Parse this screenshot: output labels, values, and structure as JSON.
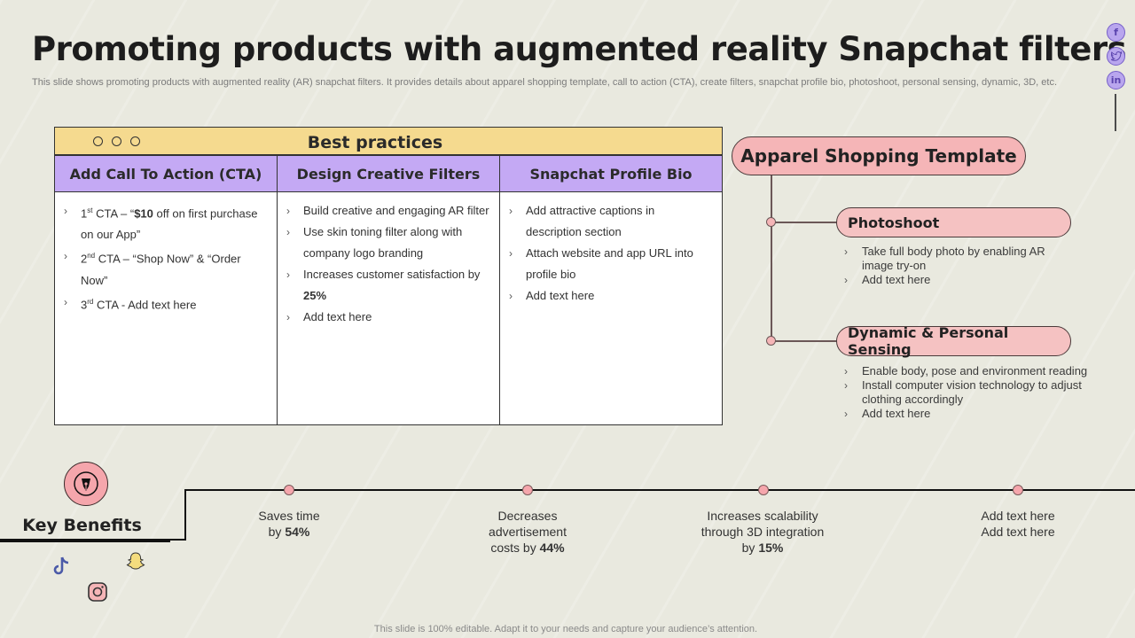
{
  "title": "Promoting products with augmented reality Snapchat filters",
  "subtitle": "This slide shows promoting products with augmented reality (AR) snapchat filters. It provides details about apparel shopping template, call to action (CTA), create filters, snapchat profile bio, photoshoot, personal sensing, dynamic, 3D, etc.",
  "social_icons": [
    "facebook-icon",
    "twitter-icon",
    "linkedin-icon"
  ],
  "social_glyphs": {
    "facebook": "f",
    "twitter": "t",
    "linkedin": "in"
  },
  "table": {
    "header": "Best practices",
    "columns": [
      {
        "heading": "Add Call To Action (CTA)",
        "items": [
          {
            "sup_pre": "1",
            "sup": "st",
            "pre": " CTA – “",
            "bold": "$10",
            "post": " off on first purchase on our App”"
          },
          {
            "sup_pre": "2",
            "sup": "nd",
            "pre": " CTA – “Shop Now” & “Order Now”",
            "bold": "",
            "post": ""
          },
          {
            "sup_pre": "3",
            "sup": "rd",
            "pre": " CTA - Add text here",
            "bold": "",
            "post": ""
          }
        ]
      },
      {
        "heading": "Design Creative Filters",
        "items": [
          {
            "pre": "Build creative and engaging AR filter",
            "bold": "",
            "post": ""
          },
          {
            "pre": "Use skin toning filter along with company logo branding",
            "bold": "",
            "post": ""
          },
          {
            "pre": "Increases customer satisfaction by ",
            "bold": "25%",
            "post": ""
          },
          {
            "pre": "Add text here",
            "bold": "",
            "post": ""
          }
        ]
      },
      {
        "heading": "Snapchat Profile Bio",
        "items": [
          {
            "pre": "Add attractive captions in description section",
            "bold": "",
            "post": ""
          },
          {
            "pre": "Attach website and app URL into profile bio",
            "bold": "",
            "post": ""
          },
          {
            "pre": "Add text here",
            "bold": "",
            "post": ""
          }
        ]
      }
    ]
  },
  "apparel": {
    "title": "Apparel Shopping Template",
    "branches": [
      {
        "label": "Photoshoot",
        "items": [
          "Take full body photo by enabling AR image try-on",
          "Add text here"
        ]
      },
      {
        "label": "Dynamic & Personal Sensing",
        "items": [
          "Enable body, pose and environment reading",
          "Install computer vision technology to adjust clothing accordingly",
          "Add text here"
        ]
      }
    ]
  },
  "key_benefits": {
    "label": "Key Benefits",
    "items": [
      {
        "lines": [
          "Saves time",
          "by "
        ],
        "bold": "54%"
      },
      {
        "lines": [
          "Decreases",
          "advertisement",
          "costs by "
        ],
        "bold": "44%"
      },
      {
        "lines": [
          "Increases scalability",
          "through 3D integration",
          "by "
        ],
        "bold": "15%"
      },
      {
        "lines": [
          "Add text here",
          "Add text here"
        ],
        "bold": ""
      }
    ],
    "icons": [
      "tiktok-icon",
      "snapchat-icon",
      "instagram-icon"
    ]
  },
  "footer": "This slide is 100% editable. Adapt it to your needs and capture your audience’s attention.",
  "colors": {
    "background": "#e9e9df",
    "table_header": "#f5da8f",
    "column_header": "#c4a9f4",
    "pink": "#f5b5b7",
    "social": "#b9a6ee"
  }
}
